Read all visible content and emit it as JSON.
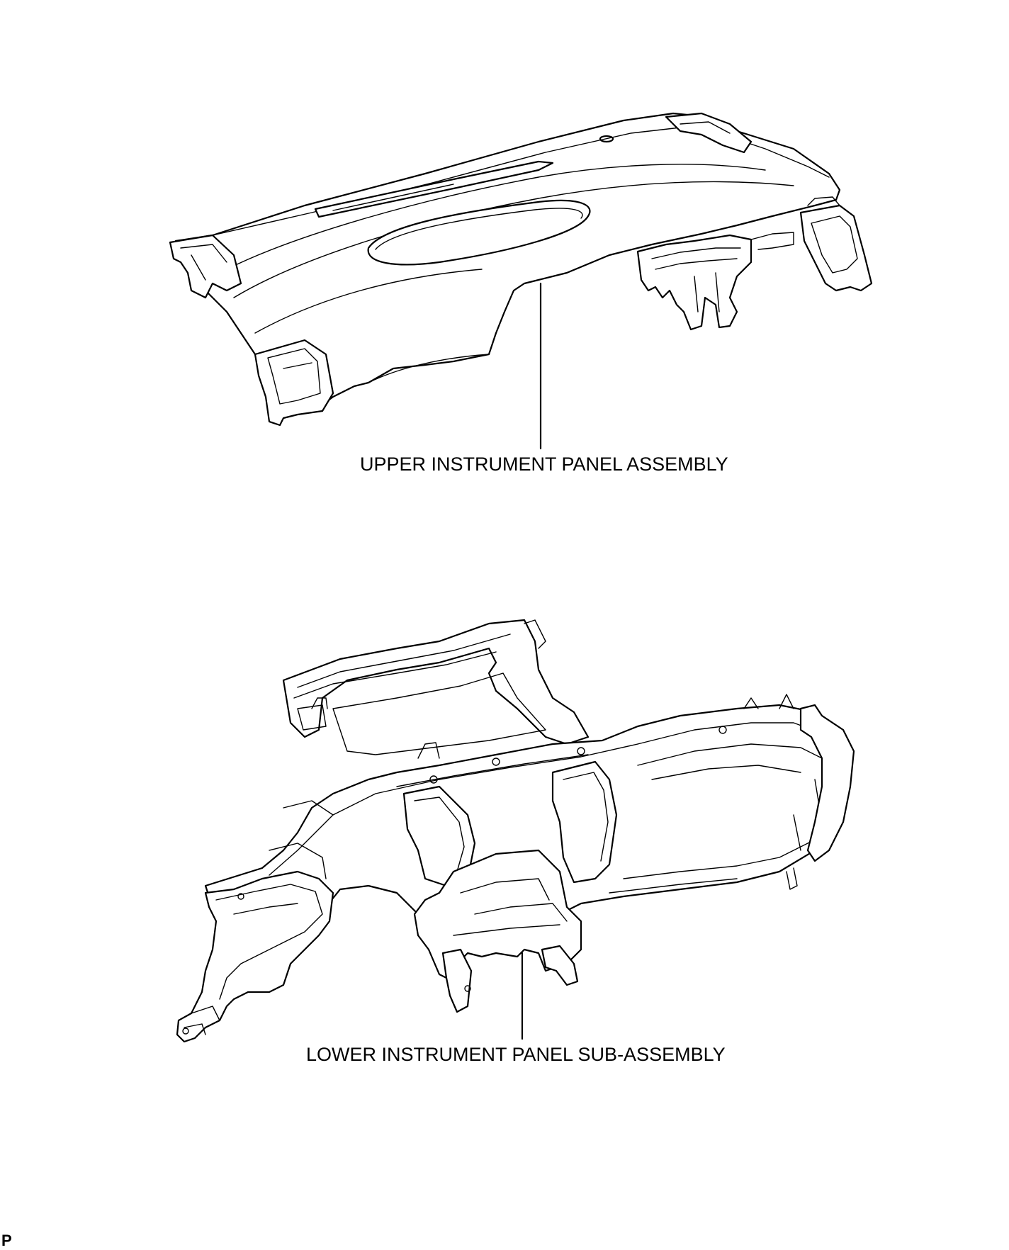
{
  "labels": {
    "upper": "UPPER INSTRUMENT PANEL ASSEMBLY",
    "lower": "LOWER INSTRUMENT PANEL SUB-ASSEMBLY"
  },
  "corner_code": "P",
  "colors": {
    "line": "#000000",
    "background": "#ffffff"
  }
}
